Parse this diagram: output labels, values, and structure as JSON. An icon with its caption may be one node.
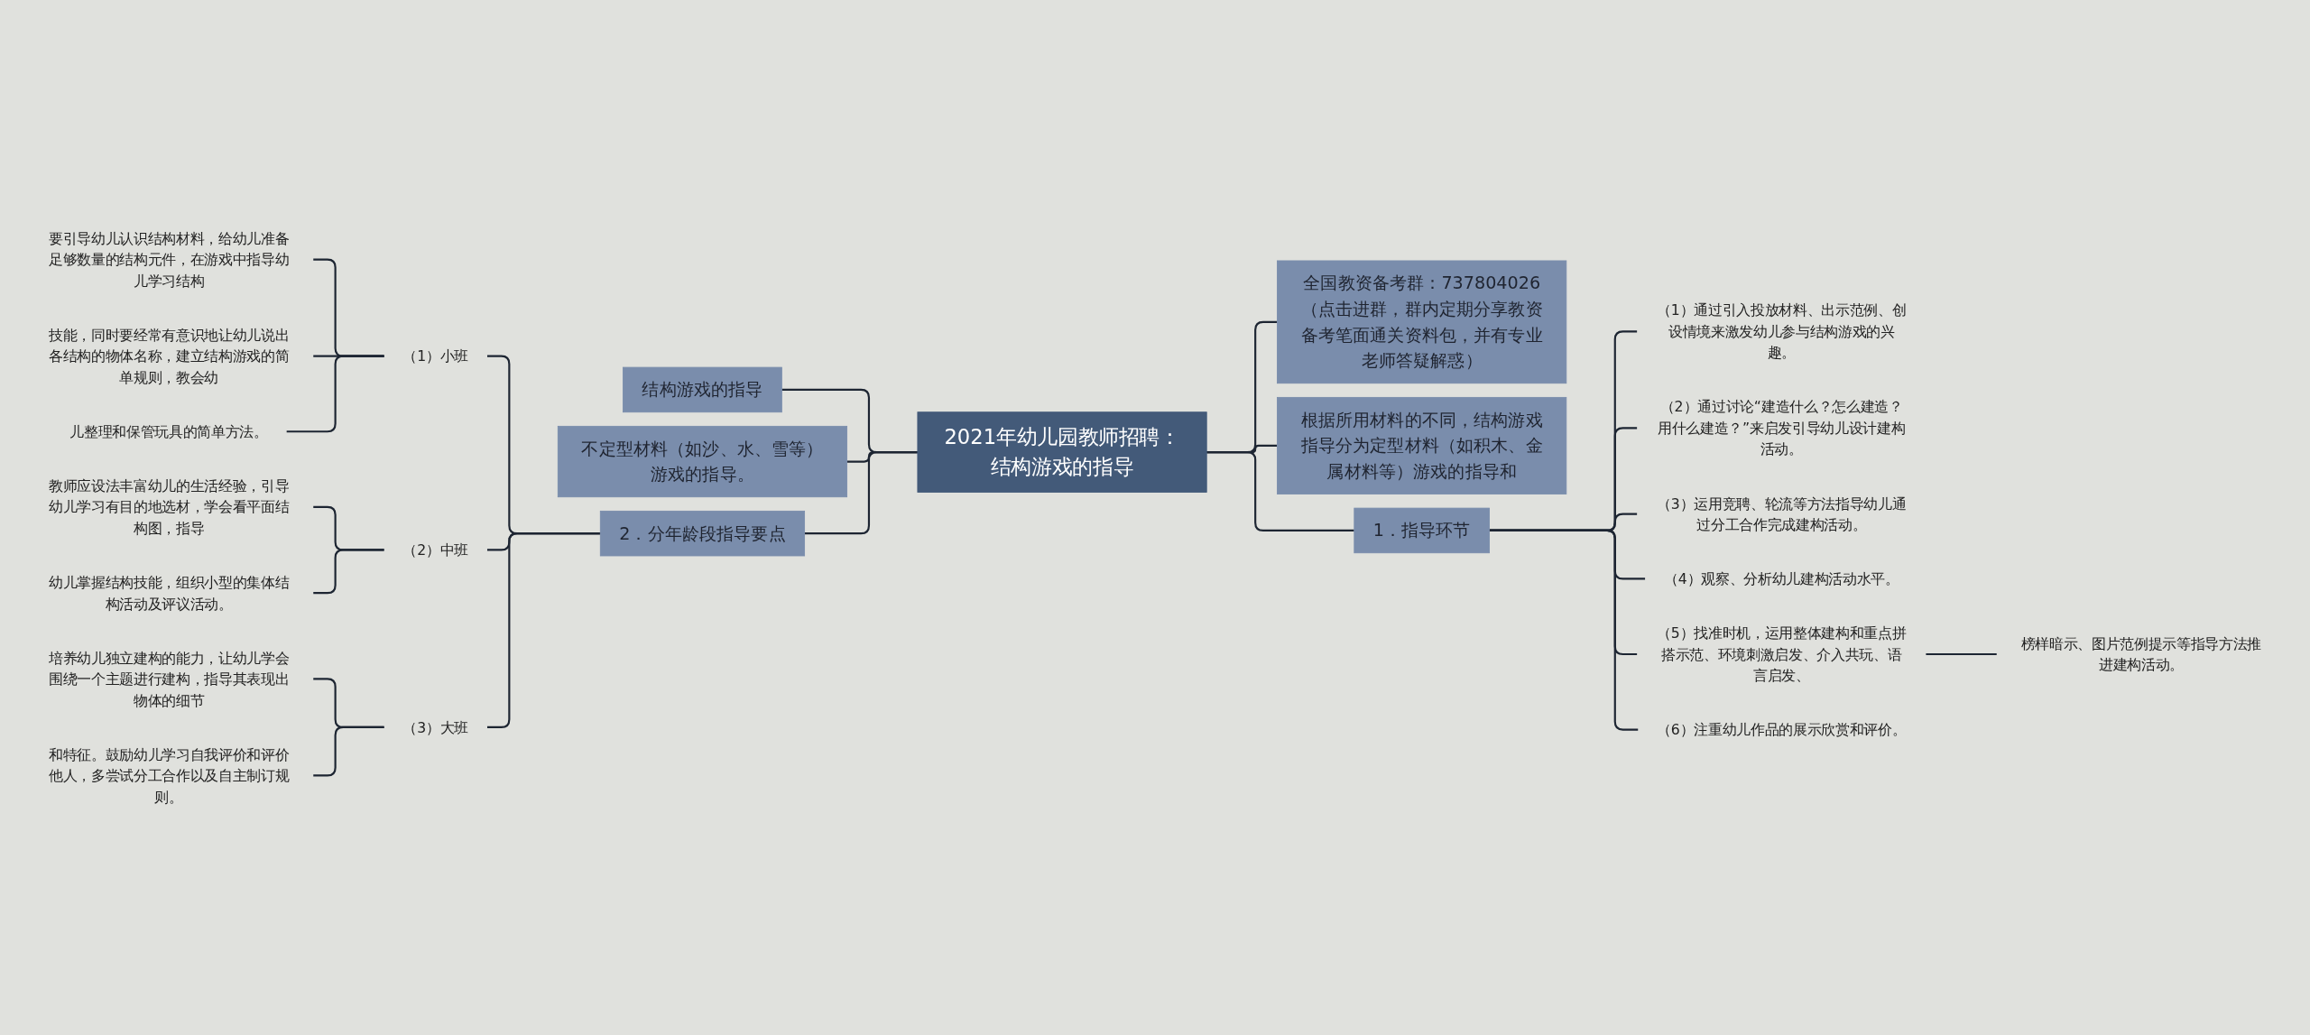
{
  "diagram": {
    "nodes": [
      {
        "text": [
          "2021年幼儿园教师招聘：结构游戏的指导"
        ]
      },
      {
        "text": [
          "全国教资备考群：737804026（点击进群，群内定期分享教资备考笔面通关资料包，并有专业老师答疑解惑）"
        ]
      },
      {
        "text": [
          "根据所用材料的不同，结构游戏指导分为定型材料（如积木、金属材料等）游戏的指导和"
        ]
      },
      {
        "text": [
          "1．指导环节"
        ]
      },
      {
        "text": [
          "（1）通过引入投放材料、出示范例、创设情境来激发幼儿参与结构游戏的兴趣。"
        ]
      },
      {
        "text": [
          "（2）通过讨论“建造什么？怎么建造？用什么建造？”来启发引导幼儿设计建构活动。"
        ]
      },
      {
        "text": [
          "（3）运用竞聘、轮流等方法指导幼儿通过分工合作完成建构活动。"
        ]
      },
      {
        "text": [
          "（4）观察、分析幼儿建构活动水平。"
        ]
      },
      {
        "text": [
          "（5）找准时机，运用整体建构和重点拼搭示范、环境刺激启发、介入共玩、语言启发、"
        ]
      },
      {
        "text": [
          "（6）注重幼儿作品的展示欣赏和评价。"
        ]
      },
      {
        "text": [
          "榜样暗示、图片范例提示等指导方法推进建构活动。"
        ]
      },
      {
        "text": [
          "结构游戏的指导"
        ]
      },
      {
        "text": [
          "不定型材料（如沙、水、雪等）游戏的指导。"
        ]
      },
      {
        "text": [
          "2．分年龄段指导要点"
        ]
      },
      {
        "text": [
          "（1）小班"
        ]
      },
      {
        "text": [
          "要引导幼儿认识结构材料，给幼儿准备足够数量的结构元件，在游戏中指导幼儿学习结构"
        ]
      },
      {
        "text": [
          "技能，同时要经常有意识地让幼儿说出各结构的物体名称，建立结构游戏的简单规则，教会幼"
        ]
      },
      {
        "text": [
          "儿整理和保管玩具的简单方法。"
        ]
      },
      {
        "text": [
          "（2）中班"
        ]
      },
      {
        "text": [
          "教师应设法丰富幼儿的生活经验，引导幼儿学习有目的地选材，学会看平面结构图，指导"
        ]
      },
      {
        "text": [
          "幼儿掌握结构技能，组织小型的集体结构活动及评议活动。"
        ]
      },
      {
        "text": [
          "（3）大班"
        ]
      },
      {
        "text": [
          "培养幼儿独立建构的能力，让幼儿学会围绕一个主题进行建构，指导其表现出物体的细节"
        ]
      },
      {
        "text": [
          "和特征。鼓励幼儿学习自我评价和评价他人，多尝试分工合作以及自主制订规则。"
        ]
      }
    ],
    "edges": [
      {
        "from": 0,
        "to": 1,
        "arrow": "none"
      },
      {
        "from": 0,
        "to": 2,
        "arrow": "none"
      },
      {
        "from": 0,
        "to": 3,
        "arrow": "none"
      },
      {
        "from": 3,
        "to": 4,
        "arrow": "none"
      },
      {
        "from": 3,
        "to": 5,
        "arrow": "none"
      },
      {
        "from": 3,
        "to": 6,
        "arrow": "none"
      },
      {
        "from": 3,
        "to": 7,
        "arrow": "none"
      },
      {
        "from": 3,
        "to": 8,
        "arrow": "none"
      },
      {
        "from": 3,
        "to": 9,
        "arrow": "none"
      },
      {
        "from": 8,
        "to": 10,
        "arrow": "none"
      },
      {
        "from": 0,
        "to": 11,
        "arrow": "none"
      },
      {
        "from": 0,
        "to": 12,
        "arrow": "none"
      },
      {
        "from": 0,
        "to": 13,
        "arrow": "none"
      },
      {
        "from": 13,
        "to": 14,
        "arrow": "none"
      },
      {
        "from": 14,
        "to": 15,
        "arrow": "none"
      },
      {
        "from": 14,
        "to": 16,
        "arrow": "none"
      },
      {
        "from": 14,
        "to": 17,
        "arrow": "none"
      },
      {
        "from": 13,
        "to": 18,
        "arrow": "none"
      },
      {
        "from": 18,
        "to": 19,
        "arrow": "none"
      },
      {
        "from": 18,
        "to": 20,
        "arrow": "none"
      },
      {
        "from": 13,
        "to": 21,
        "arrow": "none"
      },
      {
        "from": 21,
        "to": 22,
        "arrow": "none"
      },
      {
        "from": 21,
        "to": 23,
        "arrow": "none"
      }
    ]
  }
}
